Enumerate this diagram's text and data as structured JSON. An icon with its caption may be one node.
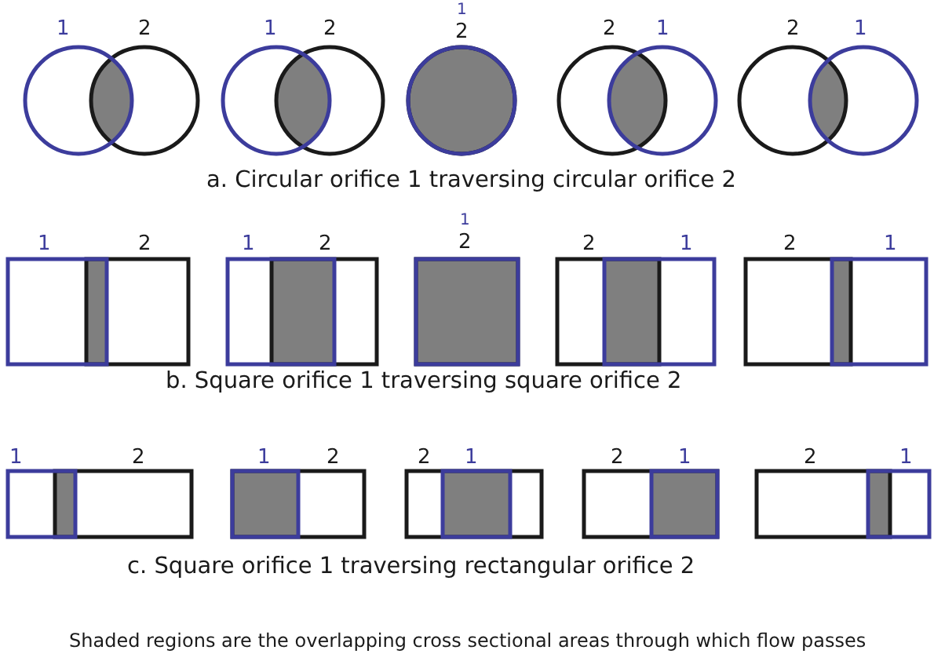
{
  "diagram": {
    "labels": [
      "1",
      "2",
      "1",
      "2",
      "1",
      "2",
      "2",
      "1",
      "2",
      "1",
      "a. Circular orifice 1 traversing circular orifice 2",
      "1",
      "2",
      "1",
      "2",
      "1",
      "2",
      "2",
      "1",
      "2",
      "1",
      "b. Square orifice 1 traversing square orifice 2",
      "1",
      "2",
      "1",
      "2",
      "2",
      "1",
      "2",
      "1",
      "2",
      "1",
      "c. Square orifice 1 traversing rectangular orifice 2",
      "Shaded regions are the overlapping cross sectional areas through which flow passes"
    ]
  }
}
